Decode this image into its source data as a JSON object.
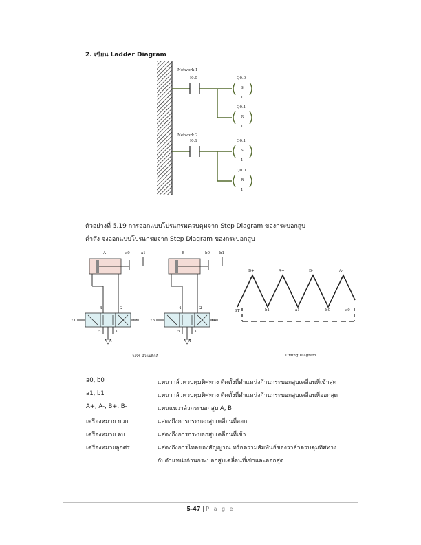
{
  "heading": "2. เขียน Ladder Diagram",
  "ladder": {
    "network1": {
      "title": "Network 1",
      "contact": "I0.0",
      "coil1": {
        "addr": "Q0.0",
        "op": "S",
        "n": "1"
      },
      "coil2": {
        "addr": "Q0.1",
        "op": "R",
        "n": "1"
      }
    },
    "network2": {
      "title": "Network 2",
      "contact": "I0.1",
      "coil1": {
        "addr": "Q0.1",
        "op": "S",
        "n": "1"
      },
      "coil2": {
        "addr": "Q0.0",
        "op": "R",
        "n": "1"
      }
    }
  },
  "example": {
    "title": "ตัวอย่างที่ 5.19 การออกแบบโปรแกรมควบคุมจาก Step Diagram ของกระบอกสูบ",
    "instruction": "คำสั่ง จงออกแบบโปรแกรมจาก Step Diagram ของกระบอกสูบ"
  },
  "circuit": {
    "cylA": "A",
    "cylB": "B",
    "a0": "a0",
    "a1": "a1",
    "b0": "b0",
    "b1": "b1",
    "v1": {
      "p4": "4",
      "p2": "2",
      "p5": "5",
      "p1": "1",
      "p3": "3",
      "y1": "Y1",
      "y2": "Y2"
    },
    "v2": {
      "p4": "4",
      "p2": "2",
      "p5": "5",
      "p1": "1",
      "p3": "3",
      "y3": "Y3",
      "y4": "Y4"
    },
    "caption": "วงจร นิวแมติกส์"
  },
  "timing": {
    "top_labels": [
      "B+",
      "A+",
      "B-",
      "A-"
    ],
    "bottom_labels": [
      "ST",
      "b1",
      "a1",
      "b0",
      "a0"
    ],
    "caption": "Timing Diagram"
  },
  "legend": [
    {
      "key": "a0, b0",
      "val": "แทนวาล์วควบคุมทิศทาง ติดตั้งที่ตำแหน่งก้านกระบอกสูบเคลื่อนที่เข้าสุด"
    },
    {
      "key": "a1, b1",
      "val": "แทนวาล์วควบคุมทิศทาง ติดตั้งที่ตำแหน่งก้านกระบอกสูบเคลื่อนที่ออกสุด"
    },
    {
      "key": "A+, A-, B+, B-",
      "val": "แทนแนวาล์วกระบอกสูบ A, B"
    },
    {
      "key": "เครื่องหมาย บวก",
      "val": "แสดงถึงการกระบอกสูบเคลื่อนที่ออก"
    },
    {
      "key": "เครื่องหมาย ลบ",
      "val": "แสดงถึงการกระบอกสูบเคลื่อนที่เข้า"
    },
    {
      "key": "เครื่องหมายลูกศร",
      "val": "แสดงถึงการไหลของสัญญาณ หรือความสัมพันธ์ของวาล์วควบคุมทิศทาง"
    }
  ],
  "legend_cont": "กับตำแหน่งก้านกระบอกสูบเคลื่อนที่เข้าและออกสุด",
  "footer": {
    "page": "5-47",
    "sep": "|",
    "label": "P a g e"
  }
}
